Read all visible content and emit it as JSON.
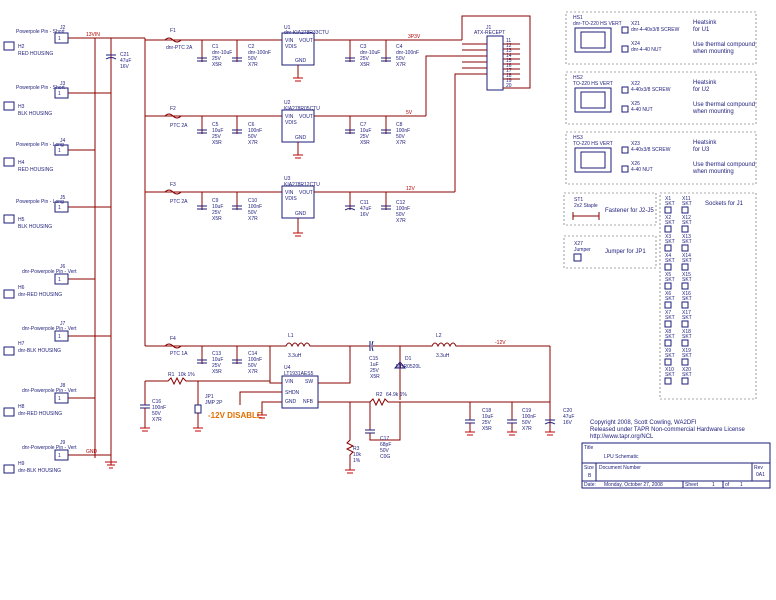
{
  "connectors": [
    {
      "ref": "J2",
      "pin": "Powerpole Pin - Short",
      "housing_ref": "H2",
      "housing": "RED HOUSING"
    },
    {
      "ref": "J3",
      "pin": "Powerpole Pin - Short",
      "housing_ref": "H3",
      "housing": "BLK HOUSING"
    },
    {
      "ref": "J4",
      "pin": "Powerpole Pin - Long",
      "housing_ref": "H4",
      "housing": "RED HOUSING"
    },
    {
      "ref": "J5",
      "pin": "Powerpole Pin - Long",
      "housing_ref": "H5",
      "housing": "BLK HOUSING"
    },
    {
      "ref": "J6",
      "pin": "dnr-Powerpole Pin - Vert",
      "housing_ref": "H6",
      "housing": "dnr-RED HOUSING"
    },
    {
      "ref": "J7",
      "pin": "dnr-Powerpole Pin - Vert",
      "housing_ref": "H7",
      "housing": "dnr-BLK HOUSING"
    },
    {
      "ref": "J8",
      "pin": "dnr-Powerpole Pin - Vert",
      "housing_ref": "H8",
      "housing": "dnr-RED HOUSING"
    },
    {
      "ref": "J9",
      "pin": "dnr-Powerpole Pin - Vert",
      "housing_ref": "H9",
      "housing": "dnr-BLK HOUSING"
    }
  ],
  "nets": {
    "in": "13VIN",
    "v33": "3P3V",
    "v5": "5V",
    "v12a": "12V",
    "v12b": "12V",
    "gnd": "GND"
  },
  "c21": {
    "ref": "C21",
    "value": "47uF",
    "volt": "16V"
  },
  "rows": [
    {
      "fuse": "F1",
      "fuse_val": "dnr-PTC 2A",
      "ca": "C1",
      "ca_v": [
        "dnr-10uF",
        "25V",
        "X5R"
      ],
      "cb": "C2",
      "cb_v": [
        "dnr-100nF",
        "50V",
        "X7R"
      ],
      "u": "U1",
      "u_part": "dnr-KIA278R33CTU",
      "cc": "C3",
      "cc_v": [
        "dnr-10uF",
        "25V",
        "X5R"
      ],
      "cd": "C4",
      "cd_v": [
        "dnr-100nF",
        "50V",
        "X7R"
      ]
    },
    {
      "fuse": "F2",
      "fuse_val": "PTC 2A",
      "ca": "C5",
      "ca_v": [
        "10uF",
        "25V",
        "X5R"
      ],
      "cb": "C6",
      "cb_v": [
        "100nF",
        "50V",
        "X7R"
      ],
      "u": "U2",
      "u_part": "KIA278R05CTU",
      "cc": "C7",
      "cc_v": [
        "10uF",
        "25V",
        "X5R"
      ],
      "cd": "C8",
      "cd_v": [
        "100nF",
        "50V",
        "X7R"
      ]
    },
    {
      "fuse": "F3",
      "fuse_val": "PTC 2A",
      "ca": "C9",
      "ca_v": [
        "10uF",
        "25V",
        "X5R"
      ],
      "cb": "C10",
      "cb_v": [
        "100nF",
        "50V",
        "X7R"
      ],
      "u": "U3",
      "u_part": "KIA278R12CTU",
      "cc": "C11",
      "cc_v": [
        "47uF",
        "16V",
        ""
      ],
      "cd": "C12",
      "cd_v": [
        "100nF",
        "50V",
        "X7R"
      ]
    }
  ],
  "reg_pins": {
    "vin": "VIN",
    "vout": "VOUT",
    "vdis": "VDIS",
    "gnd": "GND"
  },
  "atx": {
    "ref": "J1",
    "part": "ATX-RECEPT",
    "pins": [
      "11",
      "12",
      "13",
      "14",
      "15",
      "16",
      "17",
      "18",
      "19",
      "20"
    ]
  },
  "heatsinks": [
    {
      "ref": "HS1",
      "part": "dnr-TO-220 HS VERT",
      "s1": "X21",
      "s1v": "dnr-4-40x3/8 SCREW",
      "s2": "X24",
      "s2v": "dnr-4-40 NUT",
      "title": "Heatsink",
      "for": "for U1",
      "note": "Use thermal compound",
      "note2": "when mounting"
    },
    {
      "ref": "HS2",
      "part": "TO-220 HS VERT",
      "s1": "X22",
      "s1v": "4-40x3/8 SCREW",
      "s2": "X25",
      "s2v": "4-40 NUT",
      "title": "Heatsink",
      "for": "for U2",
      "note": "Use thermal compound",
      "note2": "when mounting"
    },
    {
      "ref": "HS3",
      "part": "TO-220 HS VERT",
      "s1": "X23",
      "s1v": "4-40x3/8 SCREW",
      "s2": "X26",
      "s2v": "4-40 NUT",
      "title": "Heatsink",
      "for": "for U3",
      "note": "Use thermal compound",
      "note2": "when mounting"
    }
  ],
  "st1": {
    "ref": "ST1",
    "part": "2x2 Staple",
    "desc": "Fastener for J2-J5"
  },
  "x27": {
    "ref": "X27",
    "part": "Jumper",
    "desc": "Jumper for JP1"
  },
  "sockets": {
    "title": "Sockets for J1",
    "items": [
      "X1",
      "X11",
      "X2",
      "X12",
      "X3",
      "X13",
      "X4",
      "X14",
      "X5",
      "X15",
      "X6",
      "X16",
      "X7",
      "X17",
      "X8",
      "X18",
      "X9",
      "X19",
      "X10",
      "X20"
    ],
    "val": "SKT"
  },
  "boost": {
    "fuse": "F4",
    "fuse_val": "PTC 1A",
    "c13": "C13",
    "c13_v": [
      "10uF",
      "25V",
      "X5R"
    ],
    "c14": "C14",
    "c14_v": [
      "100nF",
      "50V",
      "X7R"
    ],
    "l1": "L1",
    "l1_v": "3.3uH",
    "l2": "L2",
    "l2_v": "3.3uH",
    "c15": "C15",
    "c15_v": [
      "1uF",
      "25V",
      "X5R"
    ],
    "d1": "D1",
    "d1_v": "MBR0520L",
    "u4": "U4",
    "u4_part": "LT1931AES5",
    "u4_pins": {
      "vin": "VIN",
      "sw": "SW",
      "shdn": "SHDN",
      "gnd": "GND",
      "nfb": "NFB"
    },
    "r1": "R1",
    "r1_v": "10k 1%",
    "r2": "R2",
    "r2_v": "64.9k 1%",
    "r3": "R3",
    "r3_v": [
      "10k",
      "1%"
    ],
    "c16": "C16",
    "c16_v": [
      "100nF",
      "50V",
      "X7R"
    ],
    "jp1": "JP1",
    "jp1_v": "JMP 2P",
    "disable": "-12V DISABLE",
    "c17": "C17",
    "c17_v": [
      "68pF",
      "50V",
      "C0G"
    ],
    "c18": "C18",
    "c18_v": [
      "10uF",
      "25V",
      "X5R"
    ],
    "c19": "C19",
    "c19_v": [
      "100nF",
      "50V",
      "X7R"
    ],
    "c20": "C20",
    "c20_v": [
      "47uF",
      "16V"
    ],
    "out": "-12V"
  },
  "copyright": [
    "Copyright 2008, Scott Cowling, WA2DFI",
    "Released under TAPR Non-commercial Hardware License",
    "http://www.tapr.org/NCL"
  ],
  "titleblock": {
    "title_label": "Title",
    "title": "LPU Schematic",
    "size_label": "Size",
    "size": "B",
    "docnum_label": "Document Number",
    "rev_label": "Rev",
    "rev": "0A1",
    "date_label": "Date:",
    "date": "Monday, October 27, 2008",
    "sheet_label": "Sheet",
    "sheet": "1",
    "of_label": "of",
    "of": "1"
  }
}
